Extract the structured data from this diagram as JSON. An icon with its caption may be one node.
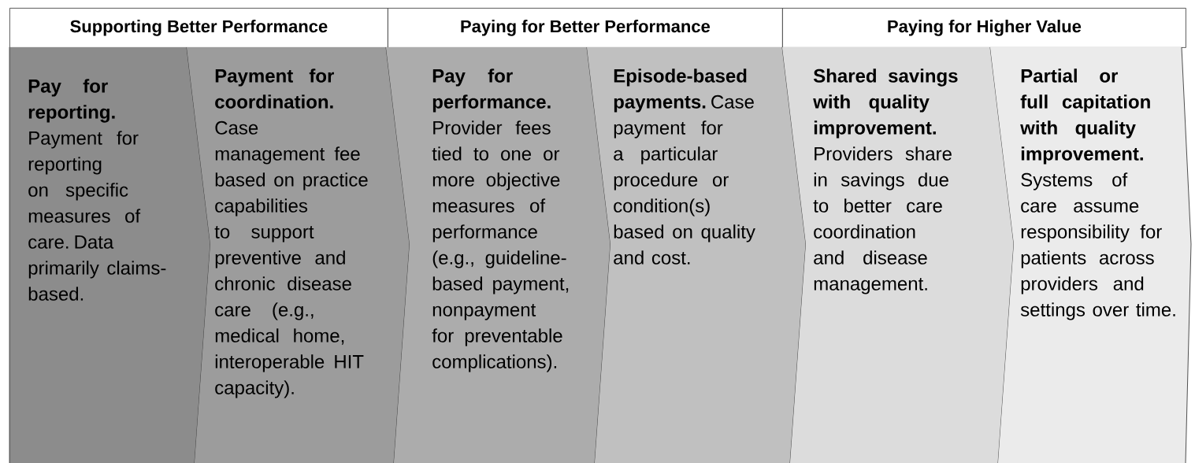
{
  "diagram": {
    "nodes": [
      {
        "text": [
          "Supporting Better Performance"
        ]
      },
      {
        "text": [
          "Paying for Better Performance"
        ]
      },
      {
        "text": [
          "Paying for Higher Value"
        ]
      },
      {
        "text": [
          "Pay for reporting.",
          "Payment for reporting on specific measures of care. Data primarily claims-based."
        ]
      },
      {
        "text": [
          "Payment for coordination.",
          "Case management fee based on practice capabilities to support preventive and chronic disease care (e.g., medical home, interoperable HIT capacity)."
        ]
      },
      {
        "text": [
          "Pay for performance.",
          "Provider fees tied to one or more objective measures of performance (e.g., guideline-based payment, nonpayment for preventable complications)."
        ]
      },
      {
        "text": [
          "Episode-based payments.",
          "Case payment for a particular procedure or condition(s) based on quality and cost."
        ]
      },
      {
        "text": [
          "Shared savings with quality improvement.",
          "Providers share in savings due to better care coordination and disease management."
        ]
      },
      {
        "text": [
          "Partial or full capitation with quality improvement.",
          "Systems of care assume responsibility for patients across providers and settings over time."
        ]
      }
    ]
  }
}
